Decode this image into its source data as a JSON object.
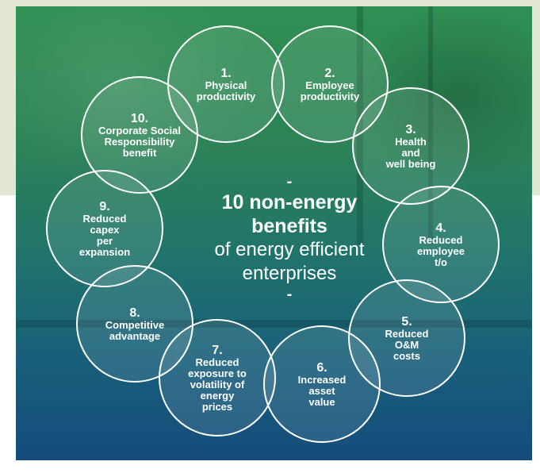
{
  "colors": {
    "panel_background": "#e2e7d2",
    "gradient_top": "#2f8f52",
    "gradient_bottom": "#1a5f9a",
    "circle_outline": "#ffffff",
    "text": "#ffffff"
  },
  "center": {
    "dash_top": "-",
    "title": "10 non-energy\nbenefits",
    "subtitle": "of energy efficient\nenterprises",
    "dash_bottom": "-"
  },
  "benefits": [
    {
      "num": "1.",
      "label": "Physical\nproductivity"
    },
    {
      "num": "2.",
      "label": "Employee\nproductivity"
    },
    {
      "num": "3.",
      "label": "Health\nand\nwell being"
    },
    {
      "num": "4.",
      "label": "Reduced\nemployee\nt/o"
    },
    {
      "num": "5.",
      "label": "Reduced\nO&M\ncosts"
    },
    {
      "num": "6.",
      "label": "Increased\nasset\nvalue"
    },
    {
      "num": "7.",
      "label": "Reduced\nexposure to\nvolatility of\nenergy\nprices"
    },
    {
      "num": "8.",
      "label": "Competitive\nadvantage"
    },
    {
      "num": "9.",
      "label": "Reduced\ncapex\nper\nexpansion"
    },
    {
      "num": "10.",
      "label": "Corporate Social\nResponsibility\nbenefit"
    }
  ]
}
